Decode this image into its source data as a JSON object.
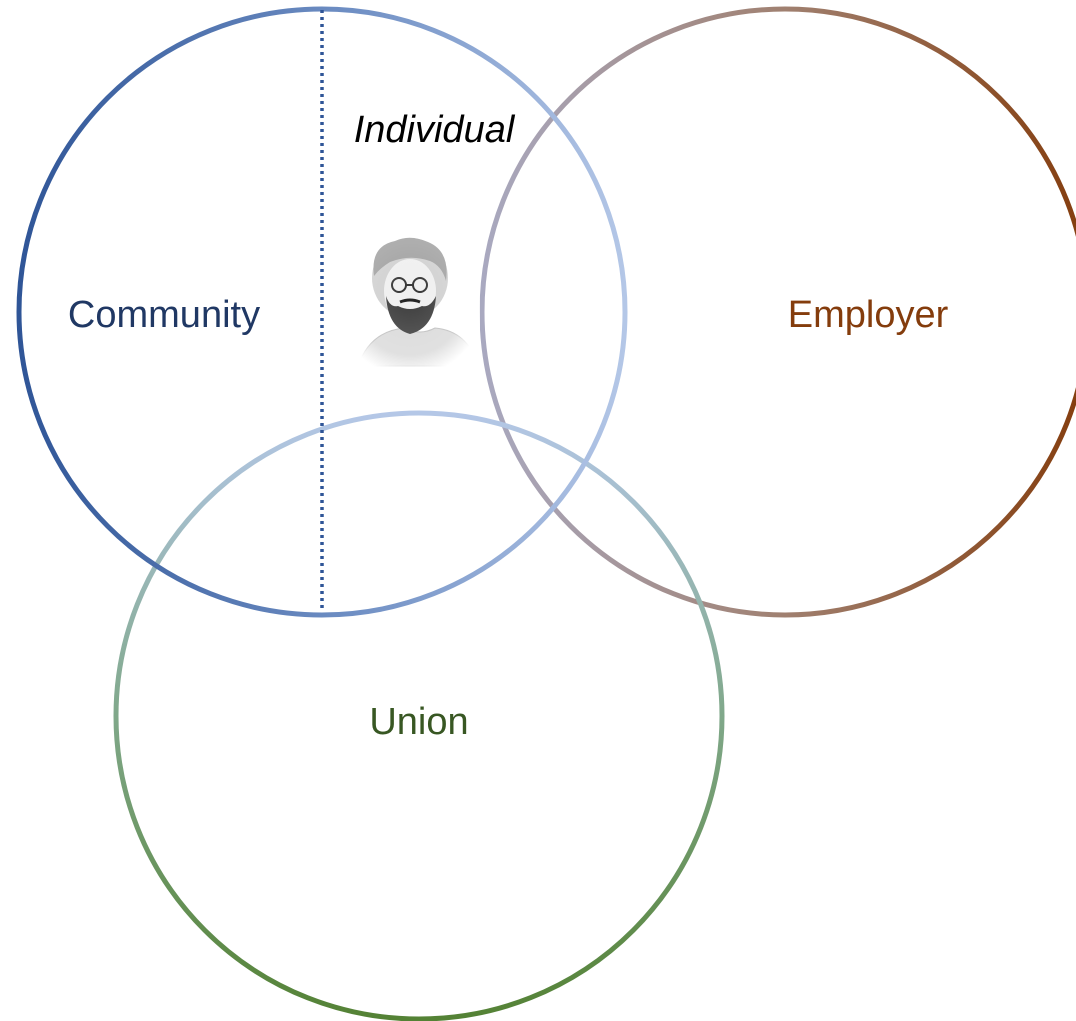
{
  "diagram": {
    "labels": {
      "community": "Community",
      "individual": "Individual",
      "employer": "Employer",
      "union": "Union"
    },
    "colors": {
      "community_text": "#203864",
      "individual_text": "#000000",
      "employer_text": "#843c0c",
      "union_text": "#385723",
      "community_stroke_start": "#2f5597",
      "community_stroke_end": "#b4c7e7",
      "employer_stroke_start": "#a9a9c0",
      "employer_stroke_end": "#843c0c",
      "union_stroke_start": "#b4c7e7",
      "union_stroke_end": "#548235",
      "divider": "#2f5597"
    },
    "portrait_icon": "bearded-man-portrait-icon"
  }
}
